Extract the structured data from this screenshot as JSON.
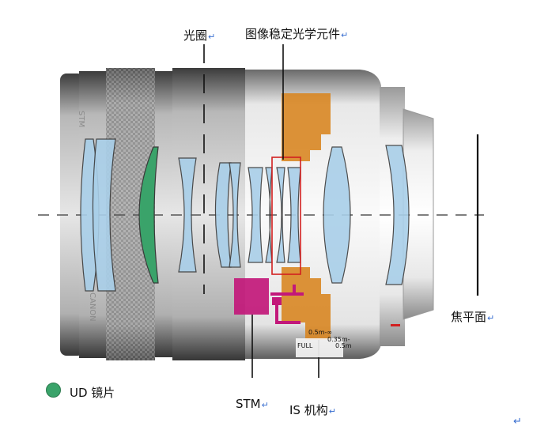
{
  "labels": {
    "aperture": "光圈",
    "is_element": "图像稳定光学元件",
    "focal_plane": "焦平面",
    "stm": "STM",
    "is_mechanism": "IS 机构",
    "ud_lens": "UD 镜片",
    "return_mark": "↵"
  },
  "barrel_markings": {
    "brand": "CANON",
    "stm": "STM",
    "distance_1": "0.5m-∞",
    "distance_2": "0.35m-",
    "distance_3": "FULL",
    "distance_4": "0.5m"
  },
  "colors": {
    "lens_blue": "#a9cfe9",
    "ud_green": "#3aa36a",
    "stm_magenta": "#c2187a",
    "is_orange": "#d8841e",
    "highlight_red": "#d22020"
  }
}
